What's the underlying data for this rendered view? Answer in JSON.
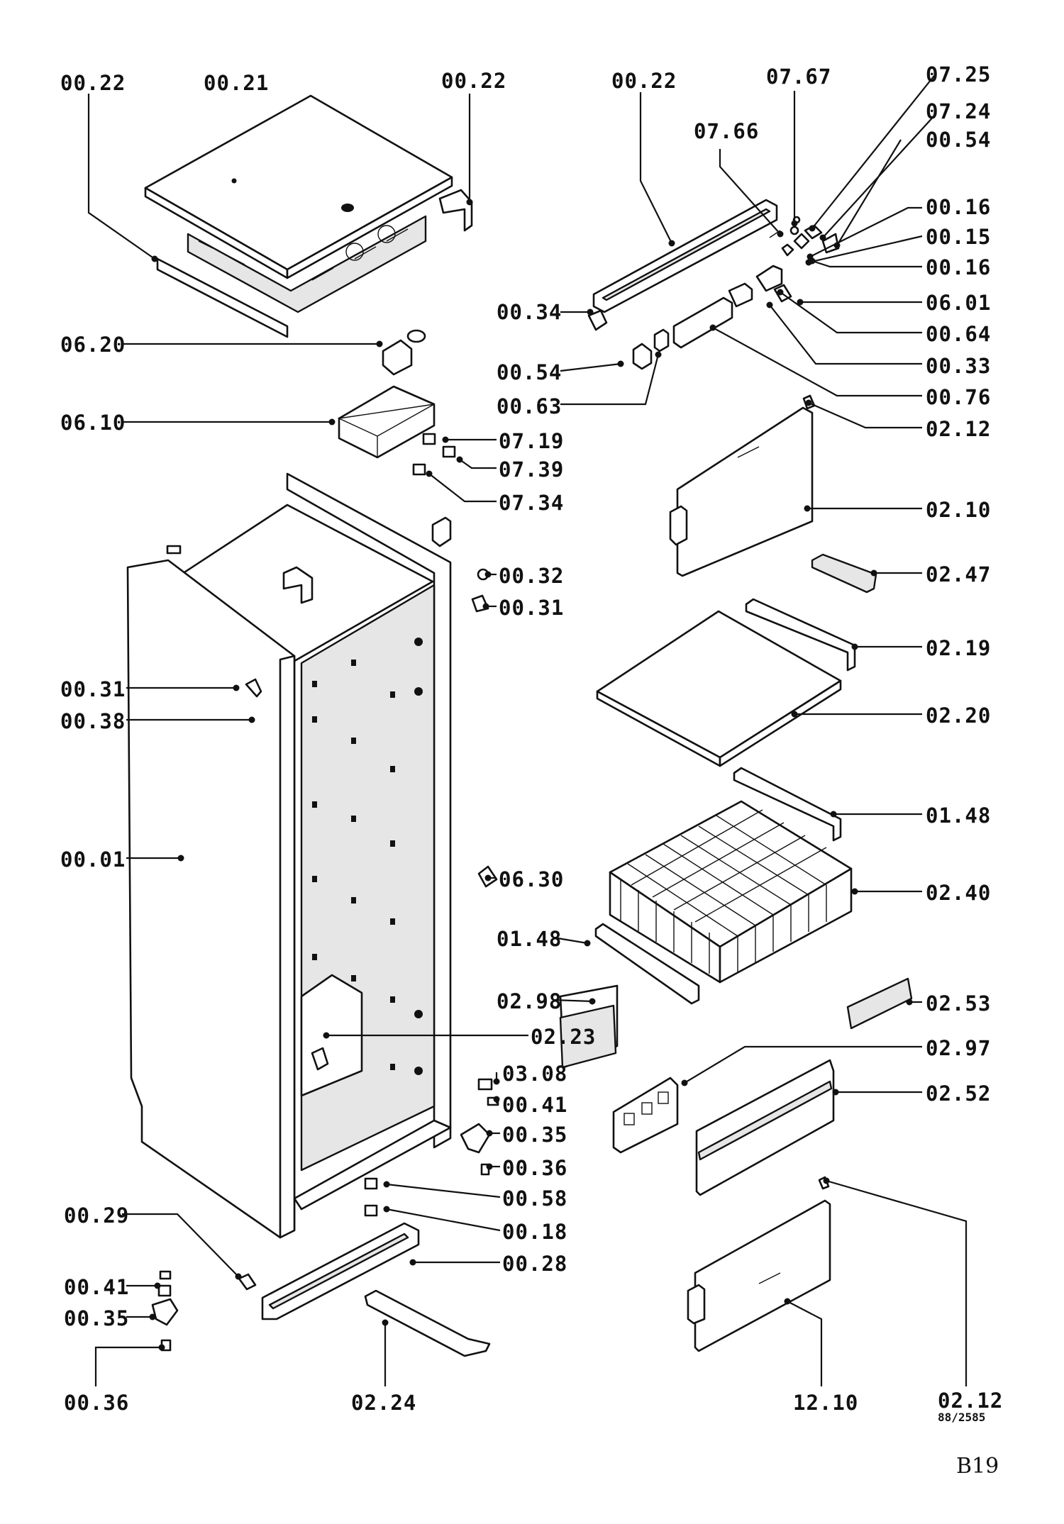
{
  "callouts": {
    "top_00_22_left": "00.22",
    "top_00_21": "00.21",
    "top_00_22_mid": "00.22",
    "top_00_22_right": "00.22",
    "c_07_67": "07.67",
    "c_07_25": "07.25",
    "c_07_66": "07.66",
    "c_07_24": "07.24",
    "c_00_54_top": "00.54",
    "c_00_16_a": "00.16",
    "c_00_15": "00.15",
    "c_00_16_b": "00.16",
    "c_06_01": "06.01",
    "c_00_34": "00.34",
    "c_00_64": "00.64",
    "c_00_33": "00.33",
    "c_00_54_mid": "00.54",
    "c_00_76": "00.76",
    "c_00_63": "00.63",
    "c_02_12_top": "02.12",
    "c_06_20": "06.20",
    "c_06_10": "06.10",
    "c_07_19": "07.19",
    "c_07_39": "07.39",
    "c_07_34": "07.34",
    "c_02_10": "02.10",
    "c_02_47": "02.47",
    "c_00_32": "00.32",
    "c_00_31_right": "00.31",
    "c_02_19": "02.19",
    "c_00_31_left": "00.31",
    "c_00_38": "00.38",
    "c_02_20": "02.20",
    "c_01_48_top": "01.48",
    "c_00_01": "00.01",
    "c_06_30": "06.30",
    "c_02_40": "02.40",
    "c_01_48_bot": "01.48",
    "c_02_98": "02.98",
    "c_02_53": "02.53",
    "c_02_23": "02.23",
    "c_02_97": "02.97",
    "c_03_08": "03.08",
    "c_00_41_right": "00.41",
    "c_02_52": "02.52",
    "c_00_35_right": "00.35",
    "c_00_36_right": "00.36",
    "c_00_58": "00.58",
    "c_00_18": "00.18",
    "c_00_29": "00.29",
    "c_00_28": "00.28",
    "c_00_41_left": "00.41",
    "c_00_35_left": "00.35",
    "c_00_36_left": "00.36",
    "c_02_24": "02.24",
    "c_12_10": "12.10",
    "c_02_12_bot": "02.12"
  },
  "stamp": "88/2585",
  "page_code": "B19"
}
